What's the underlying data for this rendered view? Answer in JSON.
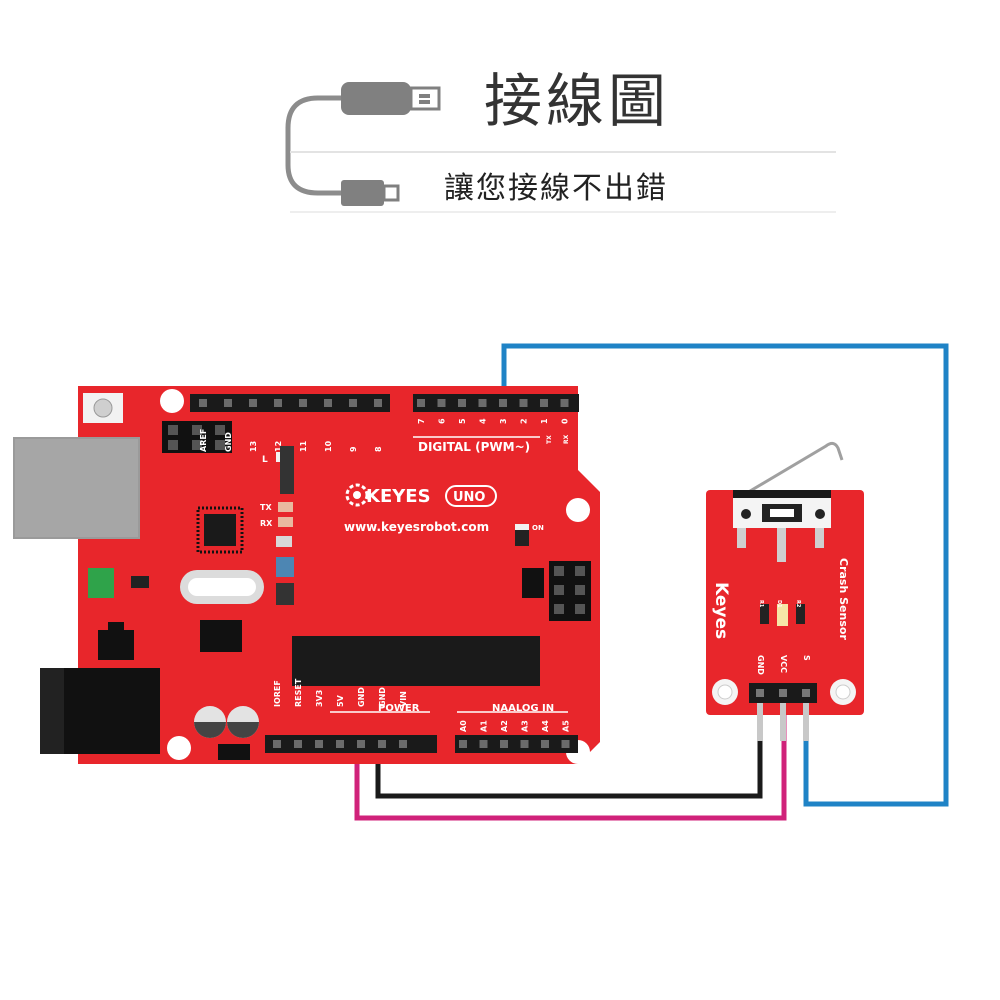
{
  "header": {
    "title": "接線圖",
    "subtitle": "讓您接線不出錯"
  },
  "board": {
    "brand": "KEYES",
    "model": "UNO",
    "url": "www.keyesrobot.com",
    "digital_label": "DIGITAL (PWM~)",
    "power_label": "POWER",
    "analog_label": "NAALOG IN",
    "top_pins_left": [
      "AREF",
      "GND",
      "13",
      "12",
      "11",
      "10",
      "9",
      "8"
    ],
    "top_pins_right": [
      "7",
      "6",
      "5",
      "4",
      "3",
      "2",
      "1",
      "0"
    ],
    "power_pins": [
      "IOREF",
      "RESET",
      "3V3",
      "5V",
      "GND",
      "GND",
      "VIN"
    ],
    "analog_pins": [
      "A0",
      "A1",
      "A2",
      "A3",
      "A4",
      "A5"
    ],
    "led_labels": [
      "L",
      "TX",
      "RX",
      "ON"
    ],
    "tx_rx_marks": [
      "TX",
      "RX"
    ],
    "color": "#e8262b"
  },
  "sensor": {
    "brand": "Keyes",
    "name": "Crash Sensor",
    "pins": [
      "GND",
      "VCC",
      "S"
    ],
    "led_marks": [
      "R1",
      "D1",
      "R2"
    ],
    "color": "#e8262b"
  },
  "wires": [
    {
      "name": "signal",
      "color": "#1f83c6"
    },
    {
      "name": "ground",
      "color": "#1a1a1a"
    },
    {
      "name": "power",
      "color": "#d0227a"
    }
  ]
}
